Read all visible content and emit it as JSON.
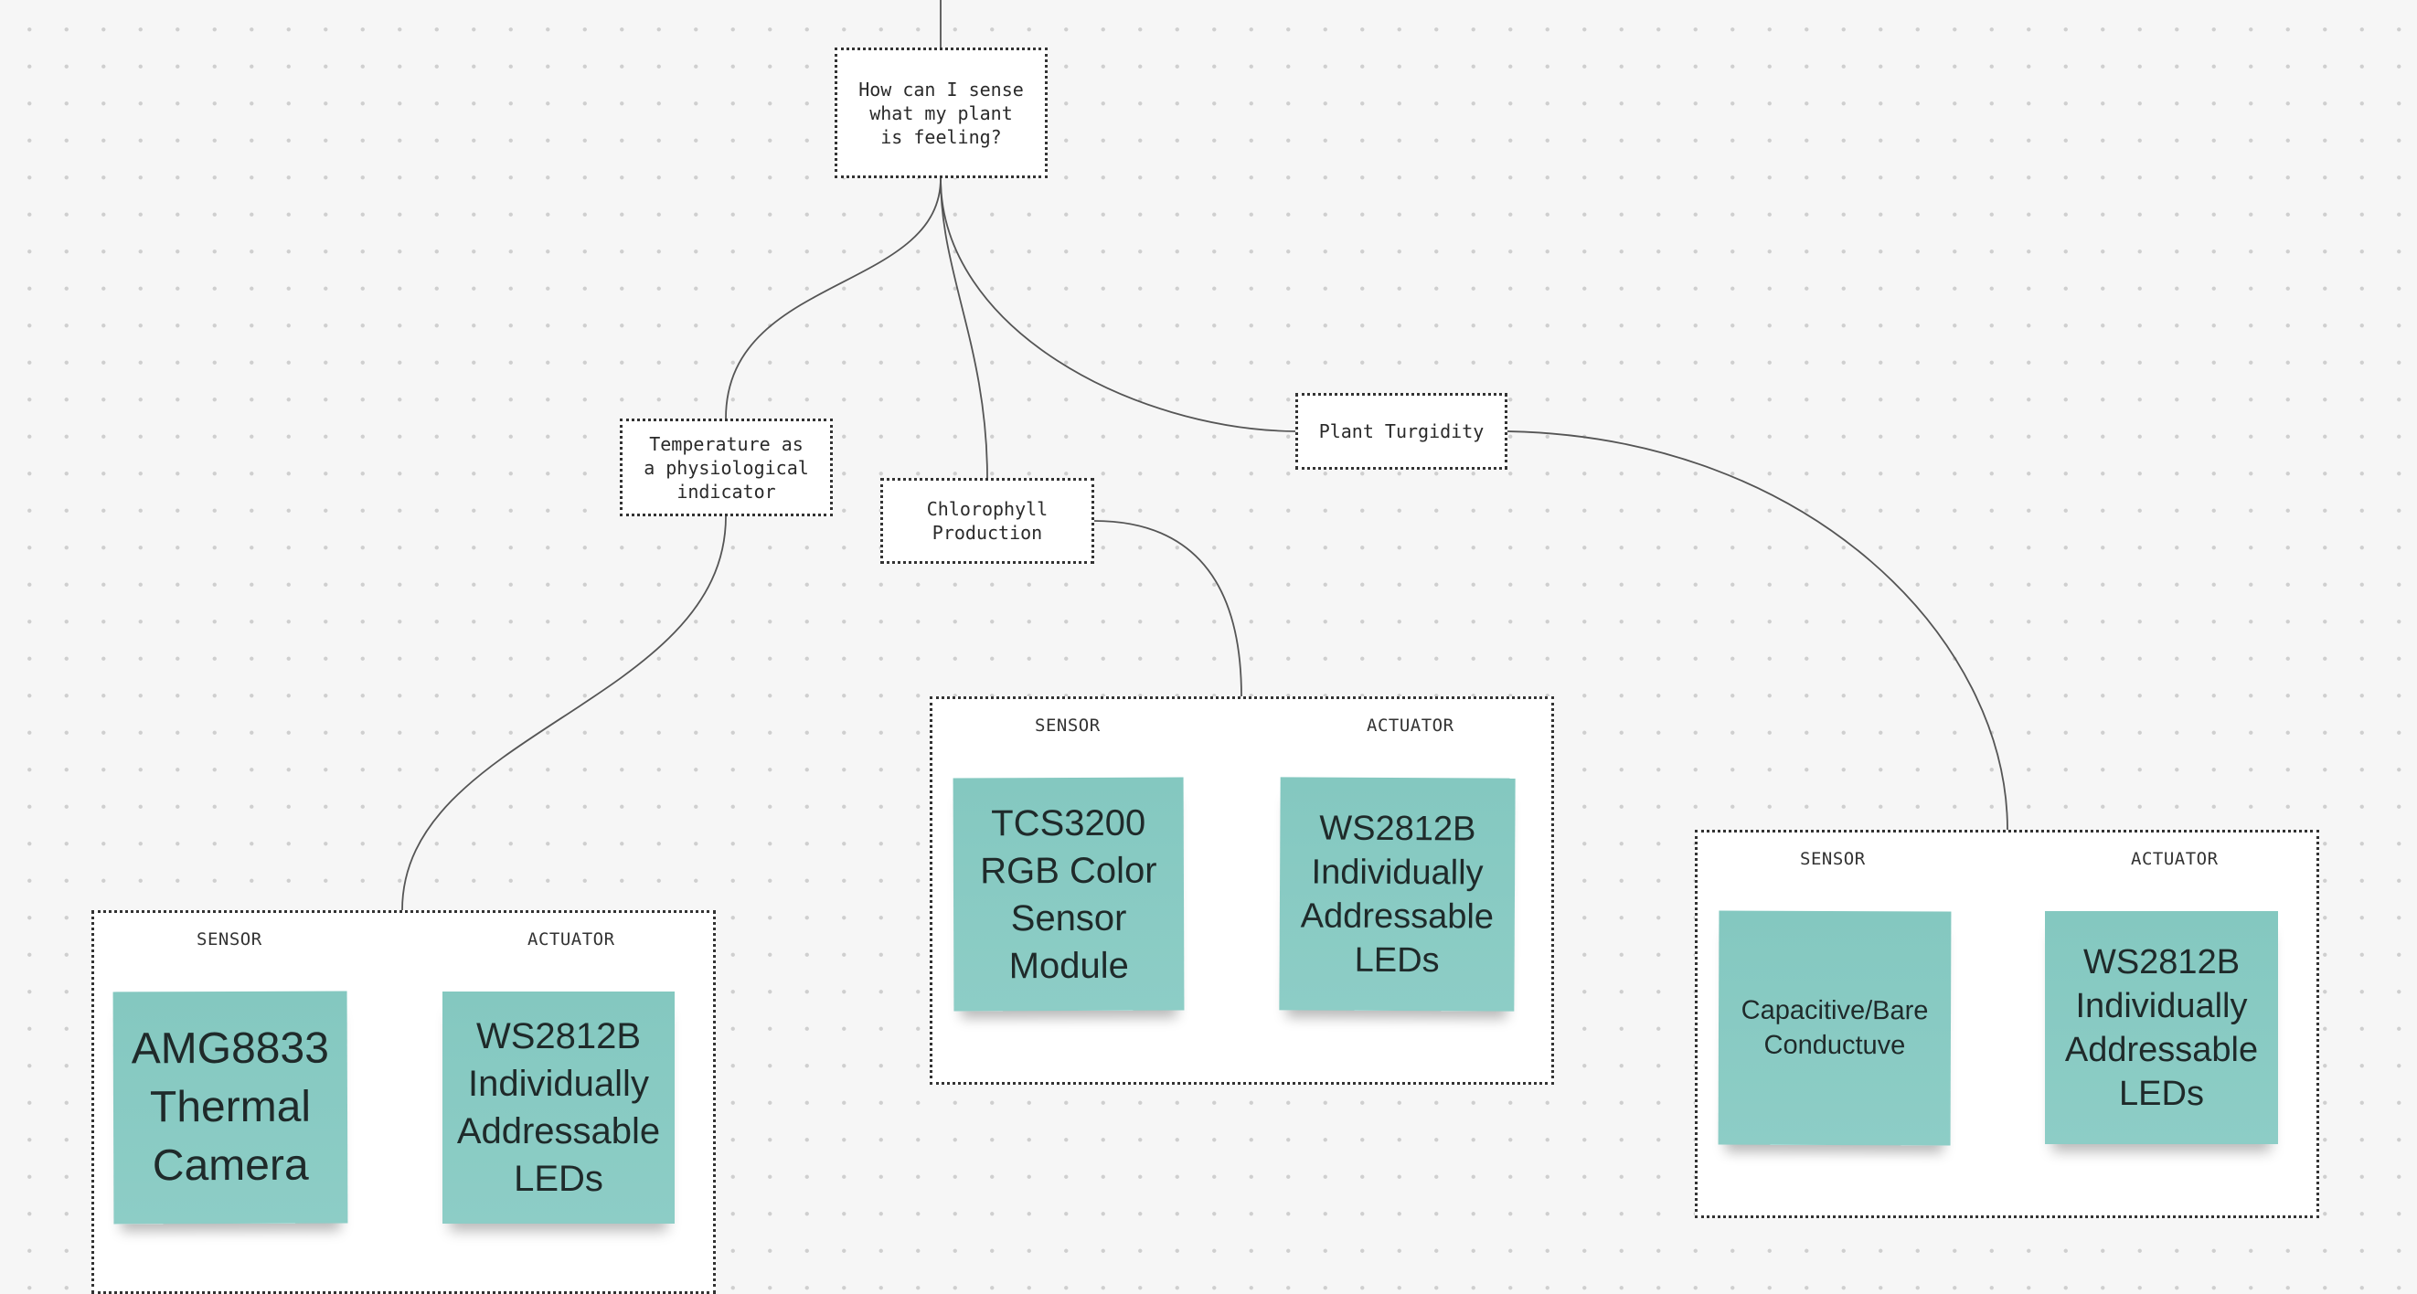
{
  "nodes": {
    "root": "How can I sense what my plant is feeling?",
    "temperature": "Temperature as a physiological indicator",
    "chlorophyll": "Chlorophyll Production",
    "turgidity": "Plant Turgidity"
  },
  "groups": {
    "temperature": {
      "sensor_label": "SENSOR",
      "actuator_label": "ACTUATOR",
      "sensor_note": "AMG8833 Thermal Camera",
      "actuator_note": "WS2812B Individually Addressable LEDs"
    },
    "chlorophyll": {
      "sensor_label": "SENSOR",
      "actuator_label": "ACTUATOR",
      "sensor_note": "TCS3200 RGB Color Sensor Module",
      "actuator_note": "WS2812B Individually Addressable LEDs"
    },
    "turgidity": {
      "sensor_label": "SENSOR",
      "actuator_label": "ACTUATOR",
      "sensor_note": "Capacitive/Bare Conductuve",
      "actuator_note": "WS2812B Individually Addressable LEDs"
    }
  },
  "colors": {
    "sticky_note": "#8dcdc6",
    "background": "#f6f6f6",
    "connector": "#555555"
  }
}
